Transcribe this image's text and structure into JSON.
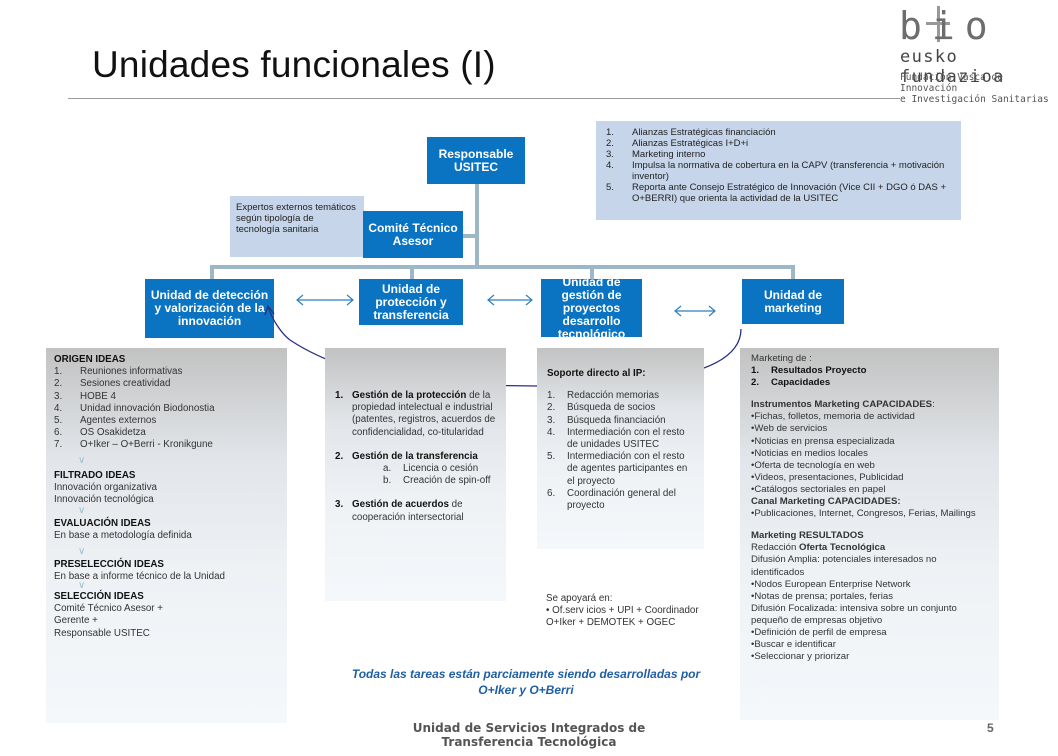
{
  "header": {
    "title": "Unidades funcionales (I)"
  },
  "logo": {
    "wordmark": "bio",
    "line1": "eusko fundazioa",
    "line2": "Fundación Vasca de Innovación",
    "line3": "e Investigación Sanitarias"
  },
  "org": {
    "responsable": "Responsable USITEC",
    "comite": "Comité Técnico Asesor",
    "expertos": "Expertos externos temáticos según tipología de tecnología sanitaria",
    "unidades": [
      "Unidad de detección y valorización de la innovación",
      "Unidad de protección y transferencia",
      "Unidad de gestión de proyectos desarrollo tecnológico",
      "Unidad de marketing"
    ],
    "alianzas": [
      {
        "n": "1.",
        "t": "Alianzas Estratégicas financiación"
      },
      {
        "n": "2.",
        "t": "Alianzas Estratégicas I+D+i"
      },
      {
        "n": "3.",
        "t": "Marketing interno"
      },
      {
        "n": "4.",
        "t": "Impulsa la normativa de cobertura en la CAPV (transferencia + motivación inventor)"
      },
      {
        "n": "5.",
        "t": "Reporta ante Consejo Estratégico de Innovación (Vice CII + DGO ó DAS + O+BERRI)  que orienta la actividad de la USITEC"
      }
    ]
  },
  "col1": {
    "origen_title": "ORIGEN IDEAS",
    "origen_items": [
      {
        "n": "1.",
        "t": "Reuniones informativas"
      },
      {
        "n": "2.",
        "t": "Sesiones creatividad"
      },
      {
        "n": "3.",
        "t": "HOBE 4"
      },
      {
        "n": "4.",
        "t": "Unidad innovación Biodonostia"
      },
      {
        "n": "5.",
        "t": "Agentes externos"
      },
      {
        "n": "6.",
        "t": "OS Osakidetza"
      },
      {
        "n": "7.",
        "t": "O+Iker – O+Berri - Kronikgune"
      }
    ],
    "filtrado_title": "FILTRADO IDEAS",
    "filtrado_lines": [
      "Innovación organizativa",
      "Innovación tecnológica"
    ],
    "evaluacion_title": "EVALUACIÓN IDEAS",
    "evaluacion_line": "En base a metodología definida",
    "preseleccion_title": "PRESELECCIÓN IDEAS",
    "preseleccion_line": "En base a informe técnico de la Unidad",
    "seleccion_title": "SELECCIÓN IDEAS",
    "seleccion_lines": [
      "Comité Técnico Asesor +",
      "Gerente +",
      "Responsable USITEC"
    ]
  },
  "col2": {
    "item1_bold": "Gestión de la protección",
    "item1_rest": "de la propiedad intelectual e industrial (patentes, registros, acuerdos de confidencialidad, co-titularidad",
    "item2_bold": "Gestión de la transferencia",
    "item2_subs": [
      {
        "n": "a.",
        "t": "Licencia o cesión"
      },
      {
        "n": "b.",
        "t": "Creación de spin-off"
      }
    ],
    "item3_bold": "Gestión de acuerdos",
    "item3_rest": "de cooperación intersectorial"
  },
  "col3": {
    "title": "Soporte directo al IP:",
    "items": [
      {
        "n": "1.",
        "t": "Redacción memorias"
      },
      {
        "n": "2.",
        "t": "Búsqueda de socios"
      },
      {
        "n": "3.",
        "t": "Búsqueda financiación"
      },
      {
        "n": "4.",
        "t": "Intermediación con el resto de unidades USITEC"
      },
      {
        "n": "5.",
        "t": "Intermediación con el resto de agentes participantes en el proyecto"
      },
      {
        "n": "6.",
        "t": "Coordinación general del proyecto"
      }
    ],
    "apoyo_title": "Se apoyará en:",
    "apoyo_lines": [
      "• Of.serv icios + UPI + Coordinador",
      "O+Iker + DEMOTEK + OGEC"
    ]
  },
  "col4": {
    "intro": "Marketing de :",
    "intro_items": [
      {
        "n": "1.",
        "t": "Resultados Proyecto"
      },
      {
        "n": "2.",
        "t": "Capacidades"
      }
    ],
    "instr_title_bold": "Instrumentos Marketing CAPACIDADES",
    "instr_title_rest": ":",
    "instr_items": [
      "•Fichas, folletos, memoria de actividad",
      "•Web de servicios",
      "•Noticias en prensa especializada",
      "•Noticias en medios locales",
      "•Oferta de tecnología en web",
      "•Videos, presentaciones, Publicidad",
      "•Catálogos sectoriales en papel"
    ],
    "canal_title": "Canal Marketing CAPACIDADES:",
    "canal_items": [
      "•Publicaciones, Internet, Congresos, Ferias, Mailings"
    ],
    "res_title": "Marketing RESULTADOS",
    "res_line1_pre": "Redacción ",
    "res_line1_bold": "Oferta Tecnológica",
    "res_lines": [
      "Difusión Amplia: potenciales interesados no identificados",
      "•Nodos European Enterprise Network",
      "•Notas de prensa; portales, ferias",
      "Difusión Focalizada: intensiva sobre un conjunto pequeño de empresas objetivo",
      "•Definición de perfil de empresa",
      "•Buscar e identificar",
      "•Seleccionar y priorizar"
    ]
  },
  "note": "Todas las tareas están parciamente siendo desarrolladas por O+Iker y O+Berri",
  "footer": {
    "line1": "Unidad de Servicios Integrados de",
    "line2": "Transferencia Tecnológica",
    "page": "5"
  }
}
